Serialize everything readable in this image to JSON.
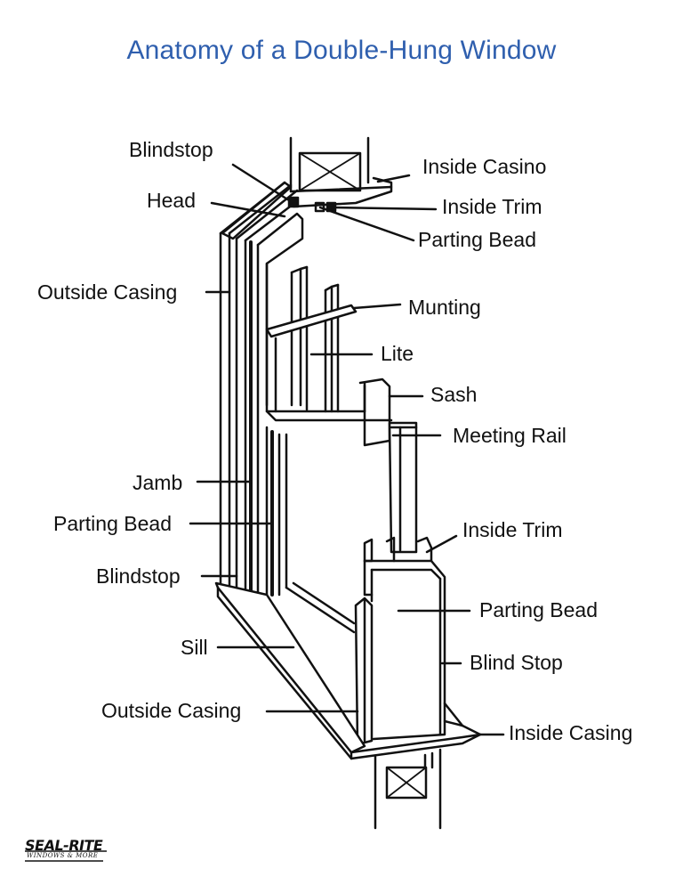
{
  "title": "Anatomy of a Double-Hung Window",
  "labels": {
    "blindstop_top": "Blindstop",
    "head": "Head",
    "inside_casino": "Inside Casino",
    "inside_trim_top": "Inside Trim",
    "parting_bead_top": "Parting Bead",
    "outside_casing_top": "Outside Casing",
    "munting": "Munting",
    "lite": "Lite",
    "sash": "Sash",
    "meeting_rail": "Meeting Rail",
    "jamb": "Jamb",
    "parting_bead_left": "Parting Bead",
    "blindstop_left": "Blindstop",
    "inside_trim_right": "Inside Trim",
    "parting_bead_right": "Parting Bead",
    "sill": "Sill",
    "blind_stop_right": "Blind Stop",
    "outside_casing_bottom": "Outside Casing",
    "inside_casing_bottom": "Inside Casing"
  },
  "logo": {
    "name": "SEAL-RITE",
    "tagline": "WINDOWS & MORE"
  },
  "colors": {
    "title": "#2f5fae",
    "ink": "#111111"
  }
}
